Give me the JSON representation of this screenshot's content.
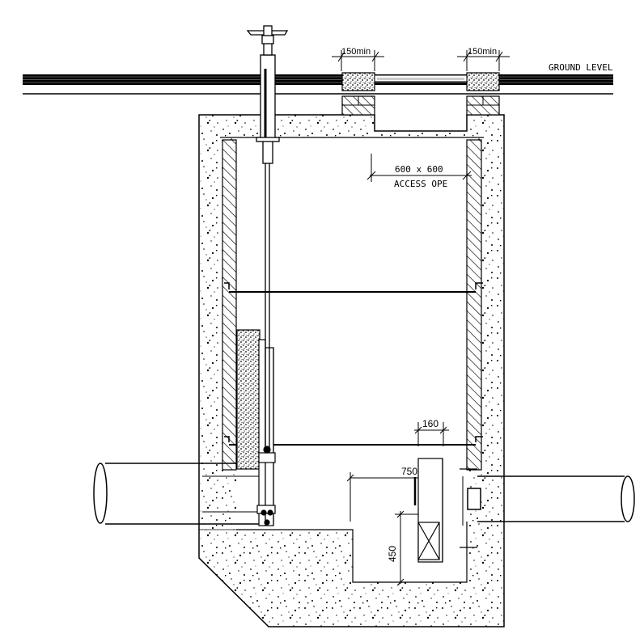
{
  "diagram": {
    "labels": {
      "ground_level": "GROUND LEVEL",
      "min_left": "150min",
      "min_right": "150min",
      "opening_size": "600 x 600",
      "opening_note": "ACCESS OPE",
      "dim_160": "160",
      "dim_750": "750",
      "dim_450": "450"
    },
    "colors": {
      "ink": "#000000",
      "paper": "#ffffff"
    }
  }
}
